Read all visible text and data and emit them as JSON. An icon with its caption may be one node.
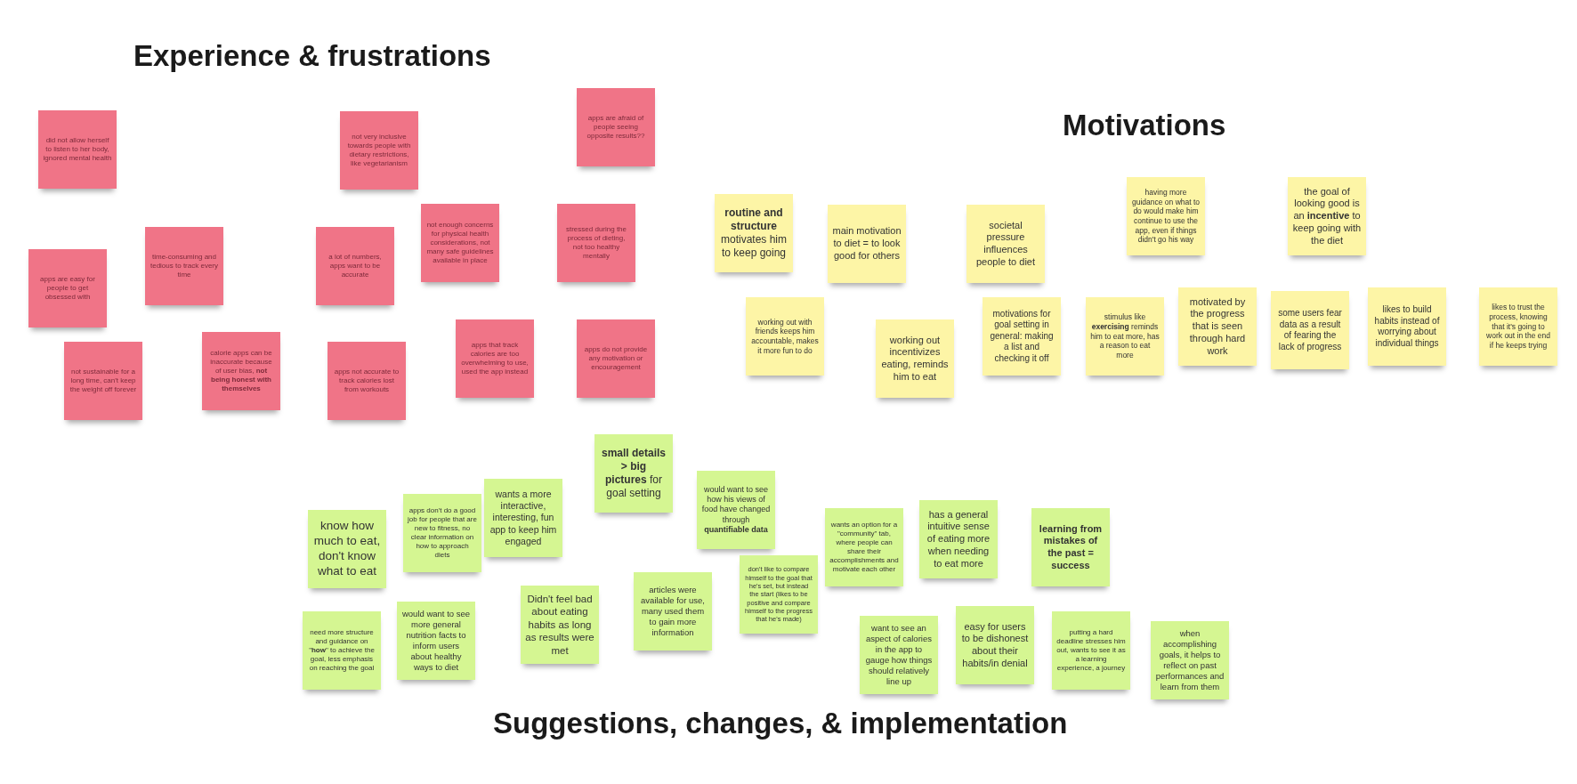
{
  "diagram": {
    "nodes": [
      {
        "text": [
          "did not allow herself to listen to her body, ignored mental health"
        ]
      },
      {
        "text": [
          "not very inclusive towards people with dietary restrictions, like vegetarianism"
        ]
      },
      {
        "text": [
          "apps are afraid of people seeing opposite results??"
        ]
      },
      {
        "text": [
          "time-consuming and tedious to track every time"
        ]
      },
      {
        "text": [
          "a lot of numbers, apps want to be accurate"
        ]
      },
      {
        "text": [
          "not enough concerns for physical health considerations, not many safe guidelines available in place"
        ]
      },
      {
        "text": [
          "stressed during the process of dieting, not too healthy mentally"
        ]
      },
      {
        "text": [
          "apps are easy for people to get obsessed with"
        ]
      },
      {
        "text": [
          "not sustainable for a long time, can't keep the weight off forever"
        ]
      },
      {
        "text": [
          "calorie apps can be inaccurate because of user bias, **not being honest with themselves**"
        ]
      },
      {
        "text": [
          "apps not accurate to track calories lost from workouts"
        ]
      },
      {
        "text": [
          "apps that track calories are too overwhelming to use, used the app instead"
        ]
      },
      {
        "text": [
          "apps do not provide any motivation or encouragement"
        ]
      },
      {
        "text": [
          "**routine and structure** motivates him to keep going"
        ]
      },
      {
        "text": [
          "main motivation to diet = to look good for others"
        ]
      },
      {
        "text": [
          "societal pressure influences people to diet"
        ]
      },
      {
        "text": [
          "having more guidance on what to do would make him continue to use the app, even if things didn't go his way"
        ]
      },
      {
        "text": [
          "the goal of looking good is an **incentive** to keep going with the diet"
        ]
      },
      {
        "text": [
          "working out with friends keeps him accountable, makes it more fun to do"
        ]
      },
      {
        "text": [
          "working out incentivizes eating, reminds him to eat"
        ]
      },
      {
        "text": [
          "motivations for goal setting in general: making a list and checking it off"
        ]
      },
      {
        "text": [
          "stimulus like **exercising** reminds him to eat more, has a reason to eat more"
        ]
      },
      {
        "text": [
          "motivated by the progress that is seen through hard work"
        ]
      },
      {
        "text": [
          "some users fear data as a result of fearing the lack of progress"
        ]
      },
      {
        "text": [
          "likes to build habits instead of worrying about individual things"
        ]
      },
      {
        "text": [
          "likes to trust the process, knowing that it's going to work out in the end if he keeps trying"
        ]
      },
      {
        "text": [
          "**small details > big pictures** for goal setting"
        ]
      },
      {
        "text": [
          "would want to see how his views of food have changed through **quantifiable data**"
        ]
      },
      {
        "text": [
          "wants a more interactive, interesting, fun app to keep him engaged"
        ]
      },
      {
        "text": [
          "apps don't do a good job for people that are new to fitness, no clear information on how to approach diets"
        ]
      },
      {
        "text": [
          "know how much to eat, don't know what to eat"
        ]
      },
      {
        "text": [
          "wants an option for a \"community\" tab, where people can share their accomplishments and motivate each other"
        ]
      },
      {
        "text": [
          "has a general intuitive sense of eating more when needing to eat more"
        ]
      },
      {
        "text": [
          "learning from mistakes of the past = success"
        ]
      },
      {
        "text": [
          "don't like to compare himself to the goal that he's set, but instead the start (likes to be positive and compare himself to the progress that he's made)"
        ]
      },
      {
        "text": [
          "articles were available for use, many used them to gain more information"
        ]
      },
      {
        "text": [
          "Didn't feel bad about eating habits as long as results were met"
        ]
      },
      {
        "text": [
          "would want to see more general nutrition facts to inform users about healthy ways to diet"
        ]
      },
      {
        "text": [
          "need more structure and guidance on \"**how**\" to achieve the goal, less emphasis on reaching the goal"
        ]
      },
      {
        "text": [
          "want to see an aspect of calories in the app to gauge how things should relatively line up"
        ]
      },
      {
        "text": [
          "easy for users to be dishonest about their habits/in denial"
        ]
      },
      {
        "text": [
          "putting a hard deadline stresses him out, wants to see it as a learning experience, a journey"
        ]
      },
      {
        "text": [
          "when accomplishing goals, it helps to reflect on past performances and learn from them"
        ]
      }
    ],
    "labels": [
      "Experience & frustrations",
      "Motivations",
      "Suggestions, changes, & implementation"
    ]
  }
}
